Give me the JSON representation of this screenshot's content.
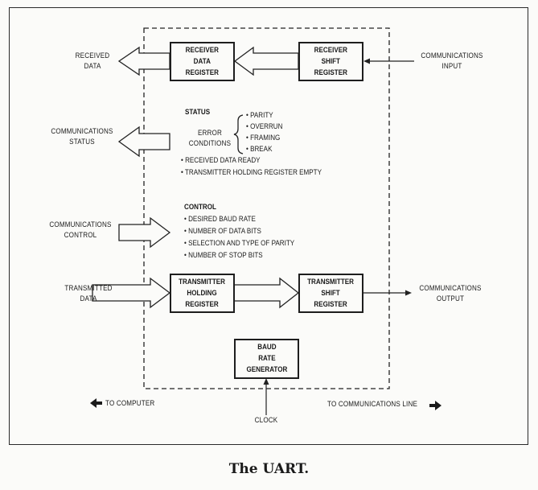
{
  "caption": "The UART.",
  "boxes": {
    "receiver_data_register": "RECEIVER\nDATA\nREGISTER",
    "receiver_shift_register": "RECEIVER\nSHIFT\nREGISTER",
    "transmitter_holding_register": "TRANSMITTER\nHOLDING\nREGISTER",
    "transmitter_shift_register": "TRANSMITTER\nSHIFT\nREGISTER",
    "baud_rate_generator": "BAUD\nRATE\nGENERATOR"
  },
  "external_labels": {
    "received_data": [
      "RECEIVED",
      "DATA"
    ],
    "communications_status": [
      "COMMUNICATIONS",
      "STATUS"
    ],
    "communications_control": [
      "COMMUNICATIONS",
      "CONTROL"
    ],
    "transmitted_data": [
      "TRANSMITTED",
      "DATA"
    ],
    "communications_input": [
      "COMMUNICATIONS",
      "INPUT"
    ],
    "communications_output": [
      "COMMUNICATIONS",
      "OUTPUT"
    ],
    "clock": "CLOCK",
    "to_computer": "TO COMPUTER",
    "to_communications_line": "TO COMMUNICATIONS LINE"
  },
  "status": {
    "heading": "STATUS",
    "error_conditions_label": [
      "ERROR",
      "CONDITIONS"
    ],
    "error_conditions": [
      "PARITY",
      "OVERRUN",
      "FRAMING",
      "BREAK"
    ],
    "other_items": [
      "RECEIVED DATA READY",
      "TRANSMITTER HOLDING REGISTER EMPTY"
    ]
  },
  "control": {
    "heading": "CONTROL",
    "items": [
      "DESIRED BAUD RATE",
      "NUMBER OF DATA BITS",
      "SELECTION AND TYPE OF PARITY",
      "NUMBER OF STOP BITS"
    ]
  },
  "bullet": "•"
}
